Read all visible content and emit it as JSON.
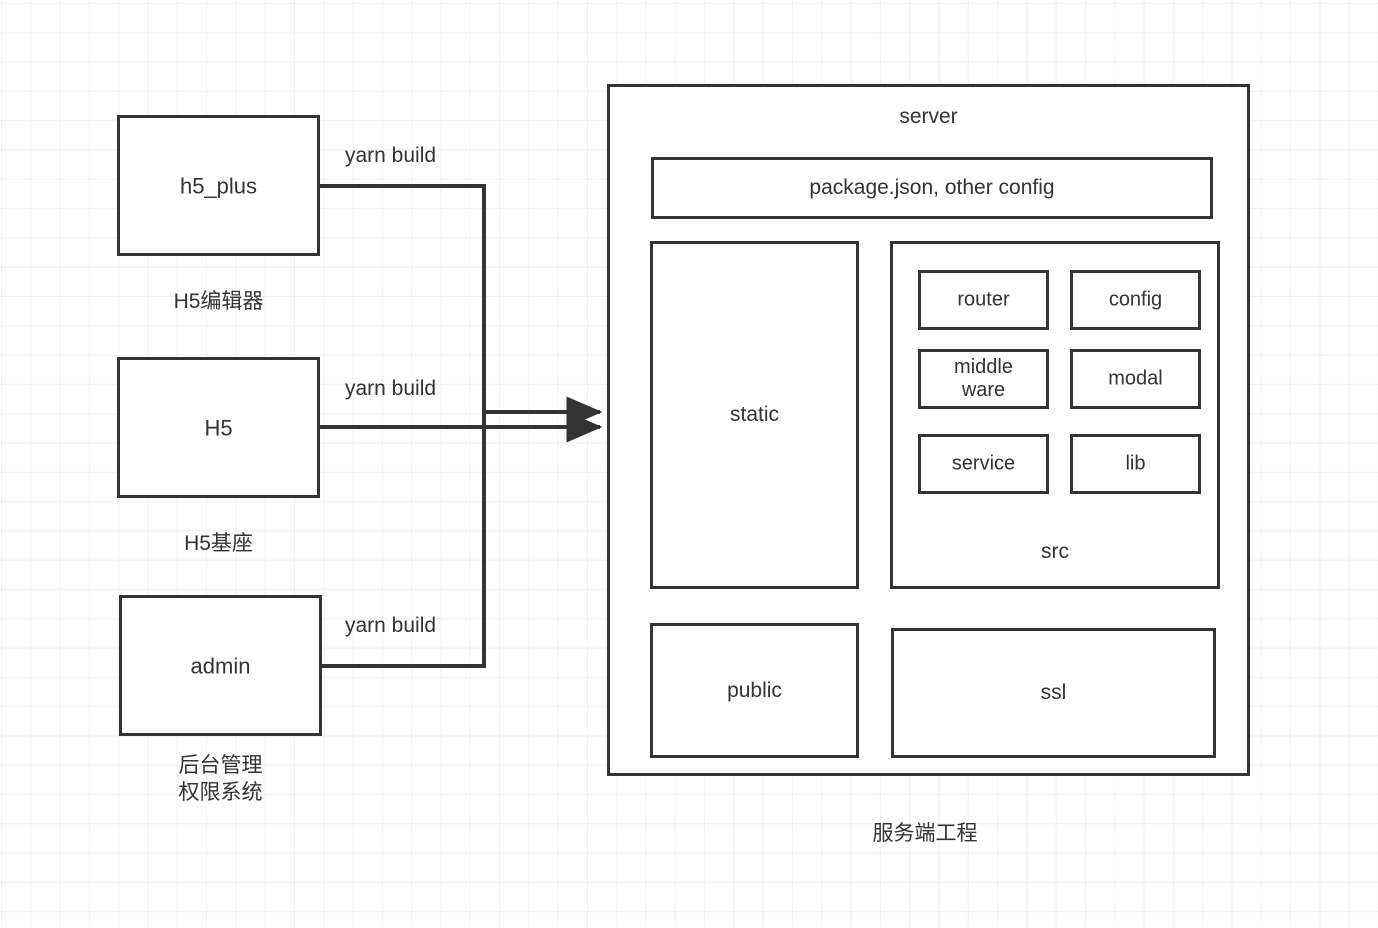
{
  "diagram": {
    "title_caption": "服务端工程",
    "stroke_color": "#333333",
    "background_color": "#ffffff",
    "grid_color": "#ebebeb"
  },
  "sources": [
    {
      "id": "h5_plus",
      "box_label": "h5_plus",
      "caption": "H5编辑器",
      "edge_label": "yarn build"
    },
    {
      "id": "h5",
      "box_label": "H5",
      "caption": "H5基座",
      "edge_label": "yarn build"
    },
    {
      "id": "admin",
      "box_label": "admin",
      "caption": "后台管理\n权限系统",
      "edge_label": "yarn build"
    }
  ],
  "server": {
    "title": "server",
    "caption": "服务端工程",
    "package_box": "package.json, other config",
    "static_box": "static",
    "public_box": "public",
    "ssl_box": "ssl",
    "src": {
      "title": "src",
      "cells": [
        {
          "label": "router"
        },
        {
          "label": "config"
        },
        {
          "label": "middle\nware"
        },
        {
          "label": "modal"
        },
        {
          "label": "service"
        },
        {
          "label": "lib"
        }
      ]
    }
  }
}
